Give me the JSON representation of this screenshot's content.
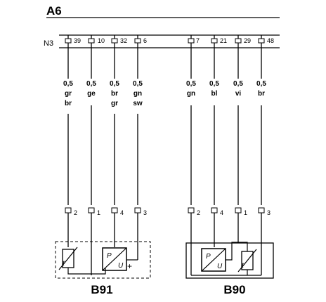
{
  "title": "A6",
  "connector": {
    "name": "N3",
    "left_group_pins": [
      "39",
      "10",
      "32",
      "6"
    ],
    "right_group_pins": [
      "7",
      "21",
      "29",
      "48"
    ]
  },
  "wires_left": [
    {
      "size": "0,5",
      "color1": "gr",
      "color2": "br"
    },
    {
      "size": "0,5",
      "color1": "ge",
      "color2": ""
    },
    {
      "size": "0,5",
      "color1": "br",
      "color2": "gr"
    },
    {
      "size": "0,5",
      "color1": "gn",
      "color2": "sw"
    }
  ],
  "wires_right": [
    {
      "size": "0,5",
      "color1": "gn",
      "color2": ""
    },
    {
      "size": "0,5",
      "color1": "bl",
      "color2": ""
    },
    {
      "size": "0,5",
      "color1": "vi",
      "color2": ""
    },
    {
      "size": "0,5",
      "color1": "br",
      "color2": ""
    }
  ],
  "components": {
    "b91": {
      "name": "B91",
      "pins": [
        "2",
        "1",
        "4",
        "3"
      ]
    },
    "b90": {
      "name": "B90",
      "pins": [
        "2",
        "4",
        "1",
        "3"
      ]
    }
  },
  "symbols": {
    "temp": "t",
    "pressure_p": "P",
    "pressure_u": "U",
    "plus": "+"
  }
}
